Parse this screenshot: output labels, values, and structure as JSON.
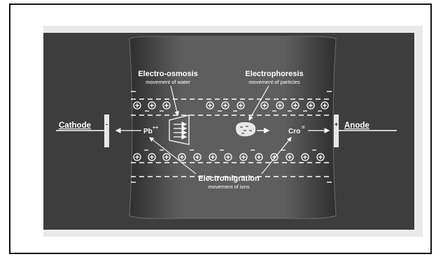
{
  "labels": {
    "cathode": "Cathode",
    "anode": "Anode",
    "electro_osmosis_title": "Electro-osmosis",
    "electro_osmosis_sub": "movement of water",
    "electrophoresis_title": "Electrophoresis",
    "electrophoresis_sub": "movement of particles",
    "electromigration_title": "Electromigration",
    "electromigration_sub": "movement of ions",
    "cation": "Pb",
    "cation_charge": "++",
    "anion": "Cro",
    "anion_charge": "=",
    "cathode_sign": "-",
    "anode_sign": "+"
  },
  "colors": {
    "background": "#3d3d3d",
    "channel": "#5a5a5a",
    "text": "#ffffff",
    "frame": "#111111"
  }
}
